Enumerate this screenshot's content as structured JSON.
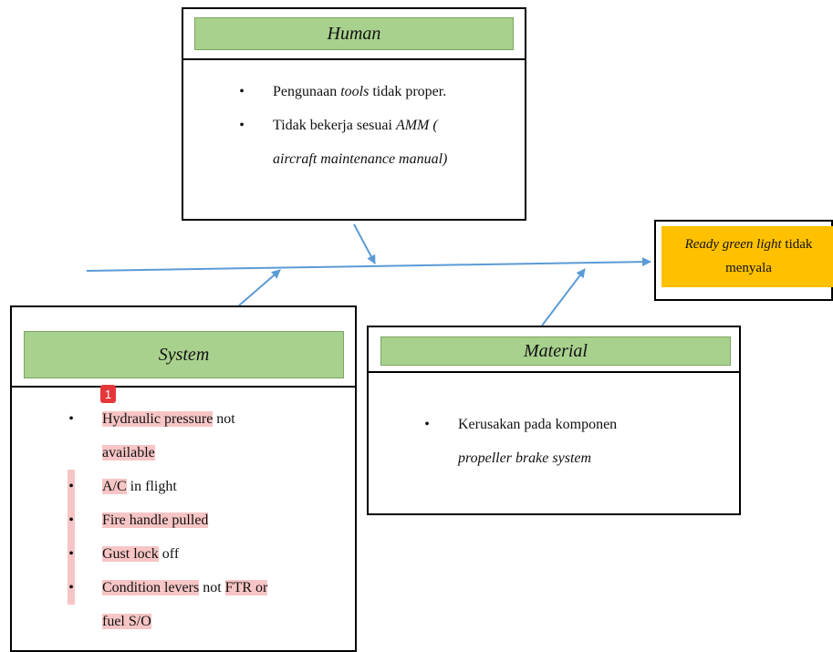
{
  "colors": {
    "header_band": "#a9d18e",
    "effect_fill": "#ffc000",
    "arrow": "#5b9bd5",
    "highlight": "#f7c5c5",
    "badge": "#e5373a"
  },
  "human": {
    "title": "Human",
    "items": [
      {
        "lines": [
          [
            {
              "t": "Pengunaan "
            },
            {
              "t": "tools",
              "i": true
            },
            {
              "t": " tidak proper."
            }
          ]
        ]
      },
      {
        "lines": [
          [
            {
              "t": "Tidak bekerja sesuai "
            },
            {
              "t": "AMM (",
              "i": true
            }
          ],
          [
            {
              "t": "aircraft maintenance manual)",
              "i": true
            }
          ]
        ]
      }
    ]
  },
  "system": {
    "title": "System",
    "badge": "1",
    "items": [
      {
        "bhl": false,
        "lines": [
          [
            {
              "t": "Hydraulic pressure",
              "h": true
            },
            {
              "t": " not"
            }
          ],
          [
            {
              "t": "available",
              "h": true
            }
          ]
        ]
      },
      {
        "bhl": true,
        "lines": [
          [
            {
              "t": "A/C",
              "h": true
            },
            {
              "t": " in flight"
            }
          ]
        ]
      },
      {
        "bhl": true,
        "lines": [
          [
            {
              "t": "Fire handle pulled",
              "h": true
            }
          ]
        ]
      },
      {
        "bhl": true,
        "lines": [
          [
            {
              "t": "Gust lock",
              "h": true
            },
            {
              "t": " off"
            }
          ]
        ]
      },
      {
        "bhl": true,
        "lines": [
          [
            {
              "t": "Condition levers",
              "h": true
            },
            {
              "t": " not "
            },
            {
              "t": "FTR or",
              "h": true
            }
          ],
          [
            {
              "t": "fuel S/O",
              "h": true
            }
          ]
        ]
      }
    ]
  },
  "material": {
    "title": "Material",
    "items": [
      {
        "lines": [
          [
            {
              "t": "Kerusakan pada komponen"
            }
          ],
          [
            {
              "t": "propeller brake system",
              "i": true
            }
          ]
        ]
      }
    ]
  },
  "effect": {
    "line1_italic": "Ready green light",
    "line1_rest": " tidak",
    "line2": "menyala"
  }
}
